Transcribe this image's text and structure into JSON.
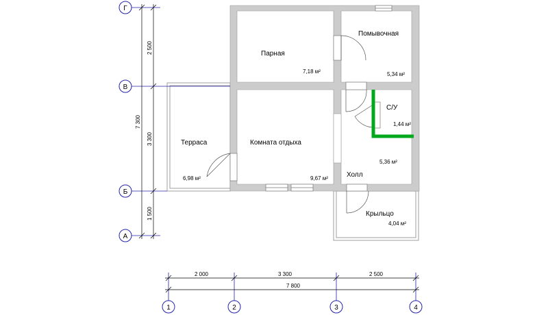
{
  "rooms": {
    "parnaya": {
      "name": "Парная",
      "area": "7,18 м²"
    },
    "pomyvochnaya": {
      "name": "Помывочная",
      "area": "5,34 м²"
    },
    "su": {
      "name": "С/У",
      "area": "1,44 м²"
    },
    "komnata": {
      "name": "Комната отдыха",
      "area": "9,67 м²"
    },
    "holl": {
      "name": "Холл",
      "area": "5,36 м²"
    },
    "terrasa": {
      "name": "Терраса",
      "area": "6,98 м²"
    },
    "krylco": {
      "name": "Крыльцо",
      "area": "4,04 м²"
    }
  },
  "axes": {
    "letters": [
      "Г",
      "В",
      "Б",
      "А"
    ],
    "numbers": [
      "1",
      "2",
      "3",
      "4"
    ]
  },
  "dimensions": {
    "vertical": {
      "seg_gv": "2 500",
      "seg_vb": "3 300",
      "seg_ba": "1 500",
      "total": "7 300"
    },
    "horizontal": {
      "seg_12": "2 000",
      "seg_23": "3 300",
      "seg_34": "2 500",
      "total": "7 800"
    }
  },
  "colors": {
    "wall": "#cccccc",
    "axis": "#2222aa",
    "waterproof": "#00a81e",
    "line": "#000000"
  }
}
